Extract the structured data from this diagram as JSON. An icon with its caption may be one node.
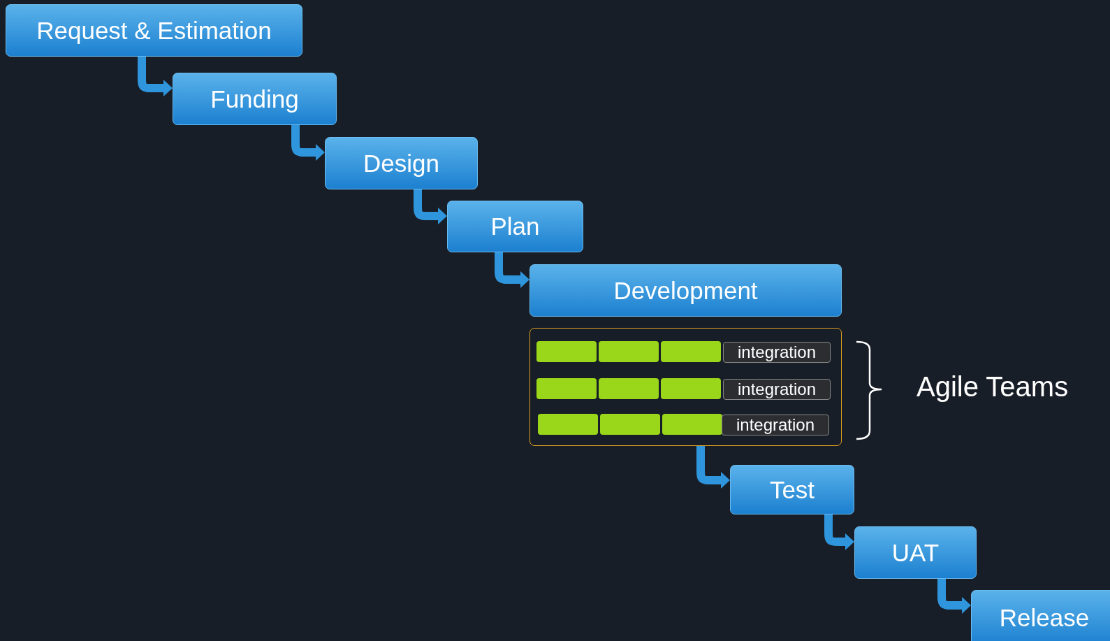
{
  "diagram": {
    "nodes": [
      {
        "text": [
          "Request & Estimation"
        ]
      },
      {
        "text": [
          "Funding"
        ]
      },
      {
        "text": [
          "Design"
        ]
      },
      {
        "text": [
          "Plan"
        ]
      },
      {
        "text": [
          "Development"
        ]
      },
      {
        "text": [],
        "shape": "box"
      },
      {
        "text": [
          "integration"
        ],
        "in": 5
      },
      {
        "text": [
          "integration"
        ],
        "in": 5
      },
      {
        "text": [
          "integration"
        ],
        "in": 5
      },
      {
        "text": [
          "Test"
        ]
      },
      {
        "text": [
          "UAT"
        ]
      },
      {
        "text": [
          "Release"
        ]
      }
    ],
    "edges": [
      {
        "from": 0,
        "to": 1,
        "arrow": "to"
      },
      {
        "from": 1,
        "to": 2,
        "arrow": "to"
      },
      {
        "from": 2,
        "to": 3,
        "arrow": "to"
      },
      {
        "from": 3,
        "to": 4,
        "arrow": "to"
      },
      {
        "from": 5,
        "to": 9,
        "arrow": "to"
      },
      {
        "from": 9,
        "to": 10,
        "arrow": "to"
      },
      {
        "from": 10,
        "to": 11,
        "arrow": "to"
      }
    ],
    "labels": [
      "Agile Teams"
    ]
  }
}
